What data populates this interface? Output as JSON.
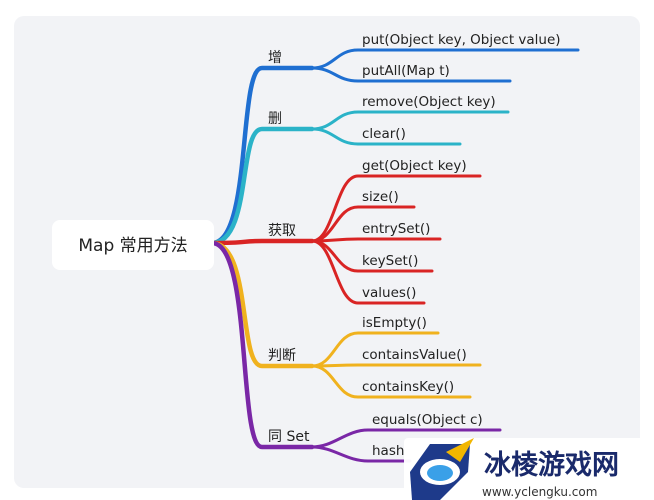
{
  "root": {
    "label": "Map 常用方法"
  },
  "branches": [
    {
      "label": "增",
      "color": "#1f6fd1",
      "items": [
        "put(Object key, Object value)",
        "putAll(Map t)"
      ]
    },
    {
      "label": "删",
      "color": "#2bb3c8",
      "items": [
        "remove(Object key)",
        "clear()"
      ]
    },
    {
      "label": "获取",
      "color": "#d92424",
      "items": [
        "get(Object key)",
        "size()",
        "entrySet()",
        "keySet()",
        "values()"
      ]
    },
    {
      "label": "判断",
      "color": "#f0b21e",
      "items": [
        "isEmpty()",
        "containsValue()",
        "containsKey()"
      ]
    },
    {
      "label": "同 Set",
      "color": "#7a27a6",
      "items": [
        "equals(Object c)",
        "hash"
      ]
    }
  ],
  "colors": {
    "background": "#f2f3f6",
    "root_box": "#ffffff"
  },
  "watermark": {
    "title": "冰棱游戏网",
    "url": "www.yclengku.com",
    "title_color": "#1a2a6b",
    "url_color": "#333333"
  }
}
